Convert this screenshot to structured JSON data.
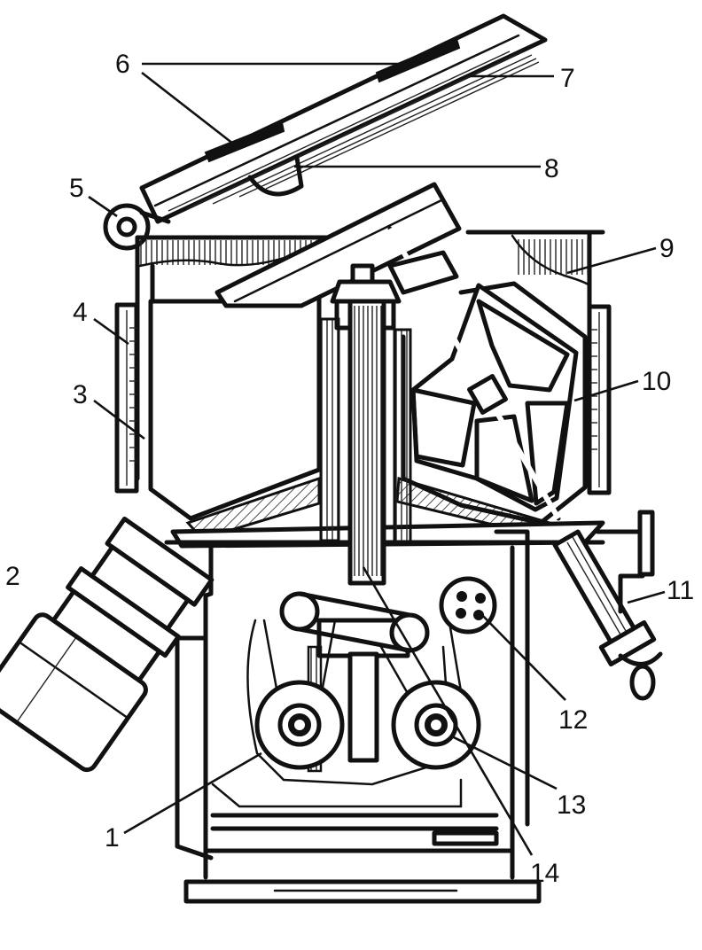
{
  "diagram": {
    "callouts": [
      {
        "id": "1",
        "label": "1"
      },
      {
        "id": "2",
        "label": "2"
      },
      {
        "id": "3",
        "label": "3"
      },
      {
        "id": "4",
        "label": "4"
      },
      {
        "id": "5",
        "label": "5"
      },
      {
        "id": "6",
        "label": "6"
      },
      {
        "id": "7",
        "label": "7"
      },
      {
        "id": "8",
        "label": "8"
      },
      {
        "id": "9",
        "label": "9"
      },
      {
        "id": "10",
        "label": "10"
      },
      {
        "id": "11",
        "label": "11"
      },
      {
        "id": "12",
        "label": "12"
      },
      {
        "id": "13",
        "label": "13"
      },
      {
        "id": "14",
        "label": "14"
      }
    ],
    "colors": {
      "ink": "#111111",
      "paper": "#ffffff"
    }
  }
}
